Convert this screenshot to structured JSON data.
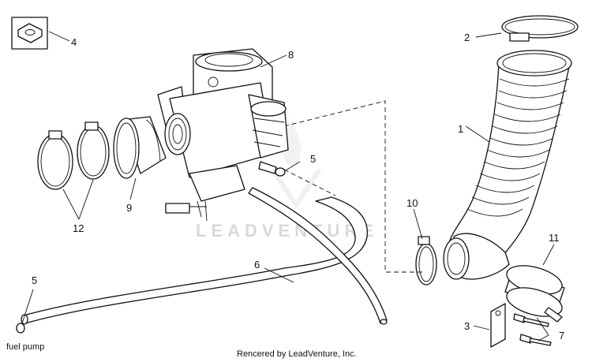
{
  "callouts": [
    {
      "id": "c1",
      "text": "1"
    },
    {
      "id": "c2",
      "text": "2"
    },
    {
      "id": "c3",
      "text": "3"
    },
    {
      "id": "c4",
      "text": "4"
    },
    {
      "id": "c5a",
      "text": "5"
    },
    {
      "id": "c5b",
      "text": "5"
    },
    {
      "id": "c6",
      "text": "6"
    },
    {
      "id": "c7",
      "text": "7"
    },
    {
      "id": "c8",
      "text": "8"
    },
    {
      "id": "c9",
      "text": "9"
    },
    {
      "id": "c10",
      "text": "10"
    },
    {
      "id": "c11",
      "text": "11"
    },
    {
      "id": "c12",
      "text": "12"
    }
  ],
  "labels": {
    "fuel_pump": "fuel pump"
  },
  "credit": "Rencered by LeadVenture, Inc.",
  "watermark": "LEADVENTURE"
}
